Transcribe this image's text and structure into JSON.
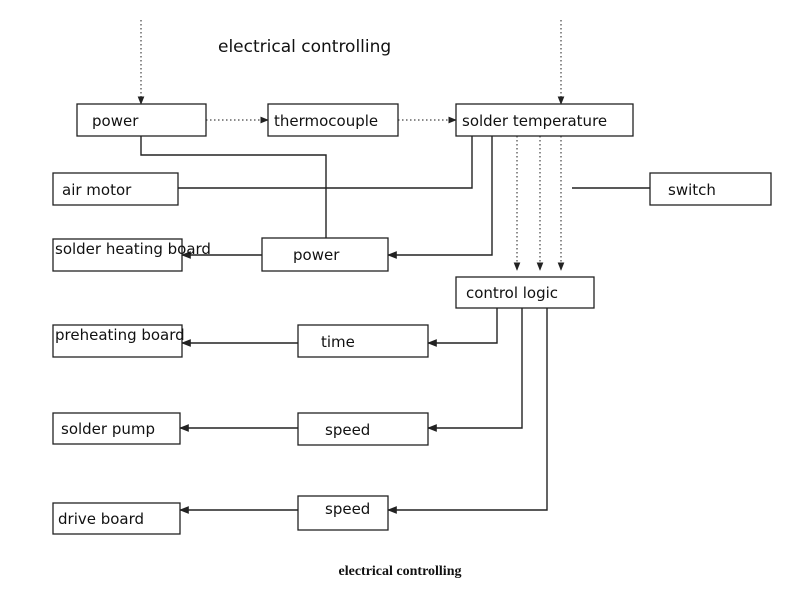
{
  "figure": {
    "top_title": "electrical controlling",
    "caption": "electrical controlling"
  },
  "blocks": {
    "power_top": "power",
    "thermocouple": "thermocouple",
    "solder_temperature": "solder temperature",
    "air_motor": "air motor",
    "switch": "switch",
    "solder_heating_board": "solder heating board",
    "power_mid": "power",
    "control_logic": "control logic",
    "preheating_board": "preheating board",
    "time": "time",
    "solder_pump": "solder pump",
    "speed_upper": "speed",
    "drive_board": "drive board",
    "speed_lower": "speed"
  }
}
